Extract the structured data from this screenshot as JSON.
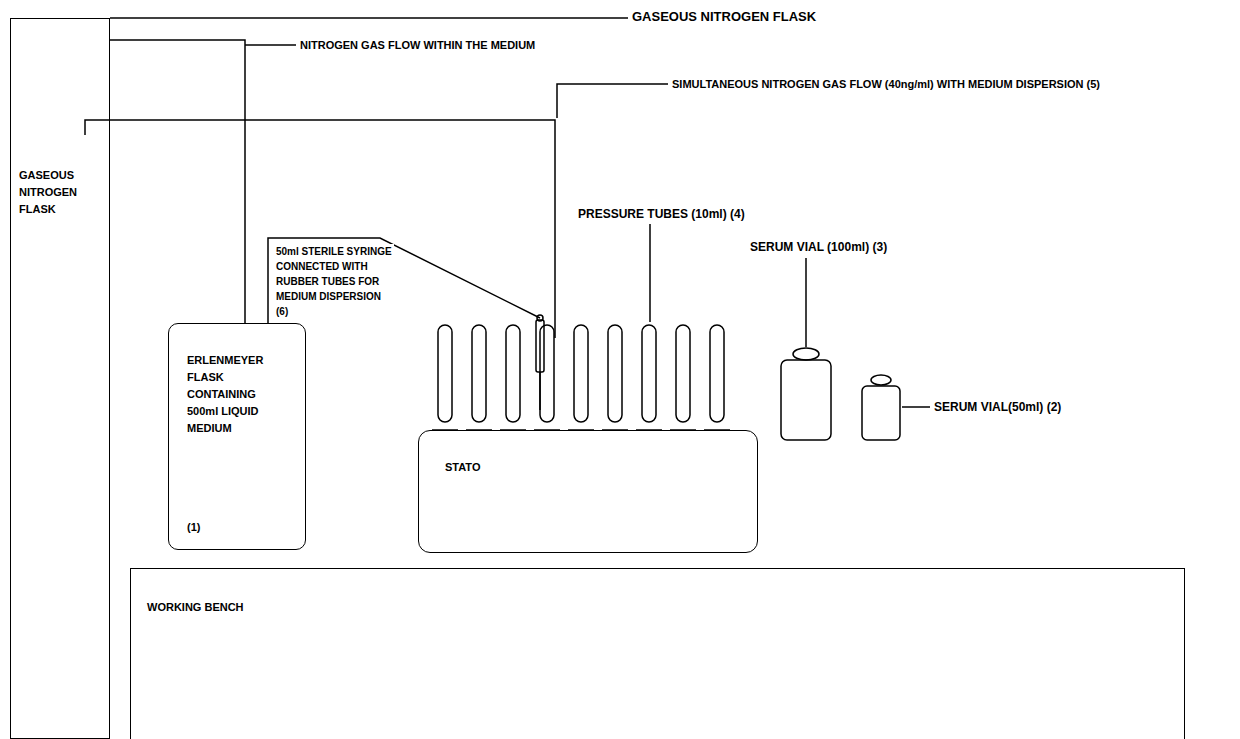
{
  "diagram": {
    "nodes": [
      {
        "text": [
          "GASEOUS NITROGEN FLASK"
        ]
      },
      {
        "text": [
          "ERLENMEYER FLASK CONTAINING 500ml LIQUID MEDIUM",
          "(1)"
        ]
      },
      {
        "text": [
          "STATO"
        ]
      },
      {
        "text": [
          "WORKING BENCH"
        ]
      }
    ],
    "edges": [
      {
        "from": 0,
        "to": 1,
        "arrow": "none"
      }
    ],
    "labels": [
      "GASEOUS NITROGEN FLASK",
      "NITROGEN GAS FLOW WITHIN THE MEDIUM",
      "SIMULTANEOUS NITROGEN GAS FLOW (40ng/ml) WITH MEDIUM DISPERSION (5)",
      "50ml STERILE SYRINGE CONNECTED WITH RUBBER TUBES FOR MEDIUM DISPERSION (6)",
      "PRESSURE TUBES (10ml) (4)",
      "SERUM VIAL (100ml) (3)",
      "SERUM VIAL(50ml) (2)"
    ]
  }
}
